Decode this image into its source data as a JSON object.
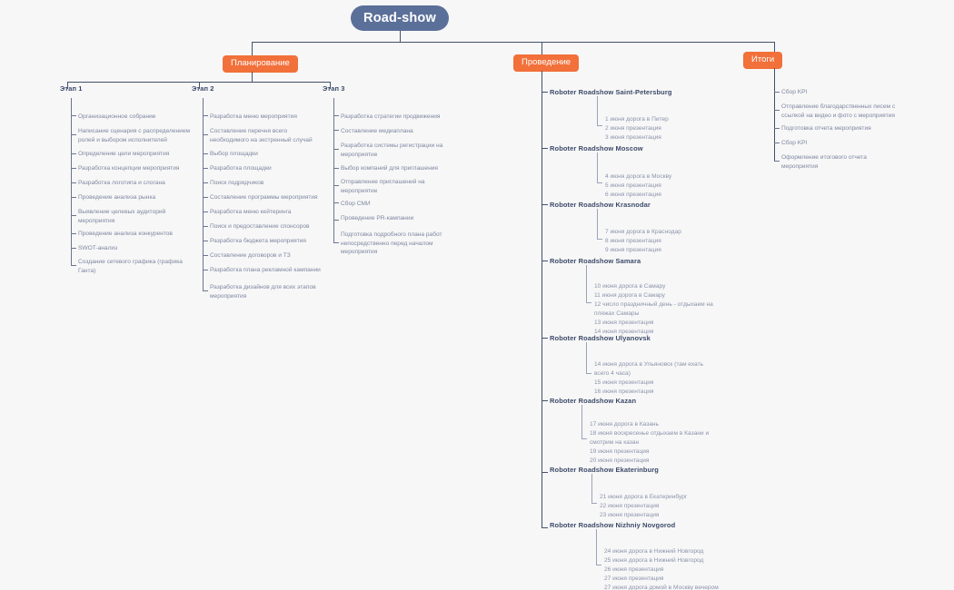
{
  "root": {
    "label": "Road-show"
  },
  "colors": {
    "root_badge": "#5b7099",
    "branch_badge": "#f2703a",
    "connector": "#44506b",
    "leaf_text": "#7e87a1",
    "title_text": "#3c4a69",
    "background": "#f7f7f7"
  },
  "branches": {
    "planning": {
      "badge": "Планирование",
      "stages": [
        {
          "title": "Этап 1",
          "items": [
            "Организационное собрание",
            "Написание сценария с распределением\nролей и выбором исполнителей",
            "Определение цели мероприятия",
            "Разработка концепции мероприятия",
            "Разработка логотипа и слогана",
            "Проведение анализа рынка",
            "Выявление целевых аудиторий\nмероприятия",
            "Проведение анализа конкурентов",
            "SWOT-анализ",
            "Создание сетевого графика (графика\nГанта)"
          ]
        },
        {
          "title": "Этап 2",
          "items": [
            "Разработка меню мероприятия",
            "Составление перечня всего\nнеобходимого на экстренный случай",
            "Выбор площадки",
            "Разработка площадки",
            "Поиск подрядчиков",
            "Составление программы мероприятия",
            "Разработка меню кейтеринга",
            "Поиск и предоставление спонсоров",
            "Разработка бюджета мероприятия",
            "Составление договоров и ТЗ",
            "Разработка плана рекламной кампании",
            "Разработка дизайнов для всех этапов\nмероприятия"
          ]
        },
        {
          "title": "Этап 3",
          "items": [
            "Разработка стратегии продвижения",
            "Составление медиаплана",
            "Разработка системы регистрации на\nмероприятие",
            "Выбор компаний для приглашения",
            "Отправление приглашений на\nмероприятие",
            "Сбор СМИ",
            "Проведение PR-кампании",
            "Подготовка подробного плана работ\nнепосредственно перед началом\nмероприятия"
          ]
        }
      ]
    },
    "holding": {
      "badge": "Проведение",
      "cities": [
        {
          "title": "Roboter Roadshow Saint-Petersburg",
          "dates": "1 июня дорога в Питер\n2 июня презентация\n3 июня презентация"
        },
        {
          "title": "Roboter Roadshow Moscow",
          "dates": "4 июня дорога в Москву\n5 июня презентация\n6 июня презентация"
        },
        {
          "title": "Roboter Roadshow Krasnodar",
          "dates": "7 июня дорога в Краснодар\n8 июня презентация\n9 июня презентация"
        },
        {
          "title": "Roboter Roadshow Samara",
          "dates": "10 июня дорога в Самару\n11 июня дорога в Самару\n12 число праздничный день - отдыхаем на\nпляжах Самары\n13 июня презентация\n14 июня презентация"
        },
        {
          "title": "Roboter Roadshow Ulyanovsk",
          "dates": "14 июня дорога в Ульяновск (там ехать\nвсего 4 часа)\n15 июня презентация\n16 июня презентация"
        },
        {
          "title": "Roboter Roadshow Kazan",
          "dates": "17 июня дорога в Казань\n18 июня воскресенье отдыхаем в Казани и\nсмотрим на казан\n19 июня презентация\n20 июня презентация"
        },
        {
          "title": "Roboter Roadshow Ekaterinburg",
          "dates": "21 июня дорога в Екатеринбург\n22 июня презентация\n23 июня презентация"
        },
        {
          "title": "Roboter Roadshow Nizhniy Novgorod",
          "dates": "24 июня дорога в Нижний Новгород\n25 июня дорога в Нижний Новгород\n26 июня презентация\n27 июня презентация\n27 июня дорога домой в Москву вечером"
        }
      ]
    },
    "results": {
      "badge": "Итоги",
      "items": [
        "Сбор KPI",
        "Отправление благодарственных писем с\nссылкой на видео и фото с мероприятия",
        "Подготовка отчета мероприятия",
        "Сбор KPI",
        "Оформление итогового отчета\nмероприятия"
      ]
    }
  }
}
